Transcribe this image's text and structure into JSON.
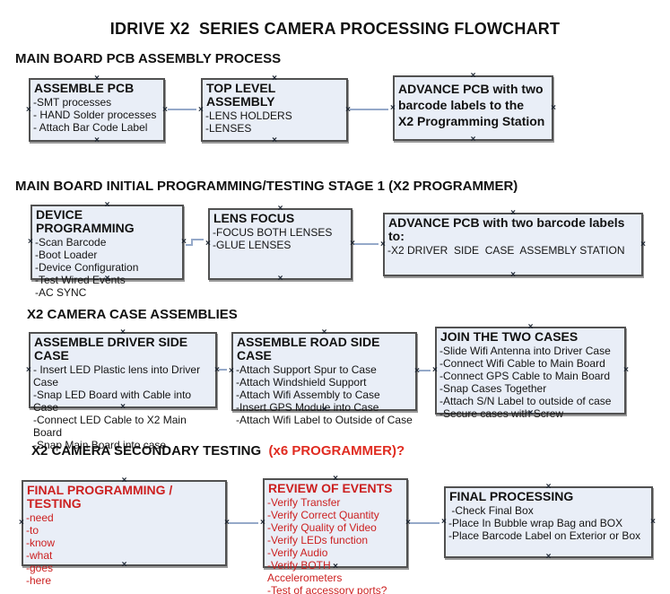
{
  "title": "IDRIVE X2  SERIES CAMERA PROCESSING FLOWCHART",
  "colors": {
    "page_bg": "#ffffff",
    "box_fill": "#e9eef7",
    "box_border": "#515151",
    "ink": "#111111",
    "red_heading": "#e02b20",
    "red_text": "#cc2020",
    "arrow_line": "#95a9c9",
    "arrow_head": "#3b5e9b"
  },
  "sections": [
    {
      "heading": "MAIN BOARD PCB ASSEMBLY PROCESS"
    },
    {
      "heading": "MAIN BOARD INITIAL PROGRAMMING/TESTING STAGE 1 (X2 PROGRAMMER)"
    },
    {
      "heading": "X2 CAMERA CASE ASSEMBLIES"
    },
    {
      "heading_black": "X2 CAMERA SECONDARY TESTING  ",
      "heading_red": "(x6 PROGRAMMER)?"
    }
  ],
  "boxes": [
    {
      "title": "ASSEMBLE PCB",
      "items": [
        "-SMT processes",
        "- HAND Solder processes",
        "- Attach Bar Code Label"
      ]
    },
    {
      "title": "TOP LEVEL ASSEMBLY",
      "items": [
        "-LENS HOLDERS",
        "-LENSES"
      ]
    },
    {
      "title": "ADVANCE PCB with two\nbarcode labels to the\n X2 Programming Station",
      "items": []
    },
    {
      "title": "DEVICE PROGRAMMING",
      "items": [
        "-Scan Barcode",
        "-Boot Loader",
        "-Device Configuration",
        "-Test Wired Events",
        "-AC SYNC"
      ]
    },
    {
      "title": "LENS FOCUS",
      "items": [
        "-FOCUS BOTH LENSES",
        "-GLUE LENSES"
      ]
    },
    {
      "title": "ADVANCE PCB with two barcode labels to:",
      "items": [
        "-X2 DRIVER  SIDE  CASE  ASSEMBLY STATION"
      ]
    },
    {
      "title": "ASSEMBLE DRIVER SIDE CASE",
      "items": [
        "- Insert LED Plastic lens into Driver Case",
        "-Snap LED Board with Cable into Case",
        "-Connect LED Cable to X2 Main Board",
        "-Snap Main Board into case"
      ]
    },
    {
      "title": "ASSEMBLE ROAD SIDE CASE",
      "items": [
        "-Attach Support Spur to Case",
        "-Attach Windshield Support",
        "-Attach Wifi Assembly to Case",
        "-Insert GPS Module into Case",
        "-Attach Wifi Label to Outside of Case"
      ]
    },
    {
      "title": "JOIN THE TWO CASES",
      "items": [
        "-Slide Wifi Antenna into Driver Case",
        "-Connect Wifi Cable to Main Board",
        "-Connect GPS Cable to Main Board",
        "-Snap Cases Together",
        "-Attach S/N Label to outside of case",
        "-Secure cases with Screw"
      ]
    },
    {
      "title": "FINAL PROGRAMMING / TESTING",
      "items": [
        "-need",
        "-to",
        "-know",
        "-what",
        "-goes",
        "-here"
      ]
    },
    {
      "title": "REVIEW OF EVENTS",
      "items": [
        "-Verify Transfer",
        "-Verify Correct Quantity",
        "-Verify Quality of Video",
        "-Verify LEDs function",
        "-Verify Audio",
        "-Verify BOTH Accelerometers",
        "-Test of accessory ports?"
      ]
    },
    {
      "title": "FINAL PROCESSING",
      "items": [
        " -Check Final Box",
        "-Place In Bubble wrap Bag and BOX",
        "-Place Barcode Label on Exterior or Box"
      ]
    }
  ]
}
